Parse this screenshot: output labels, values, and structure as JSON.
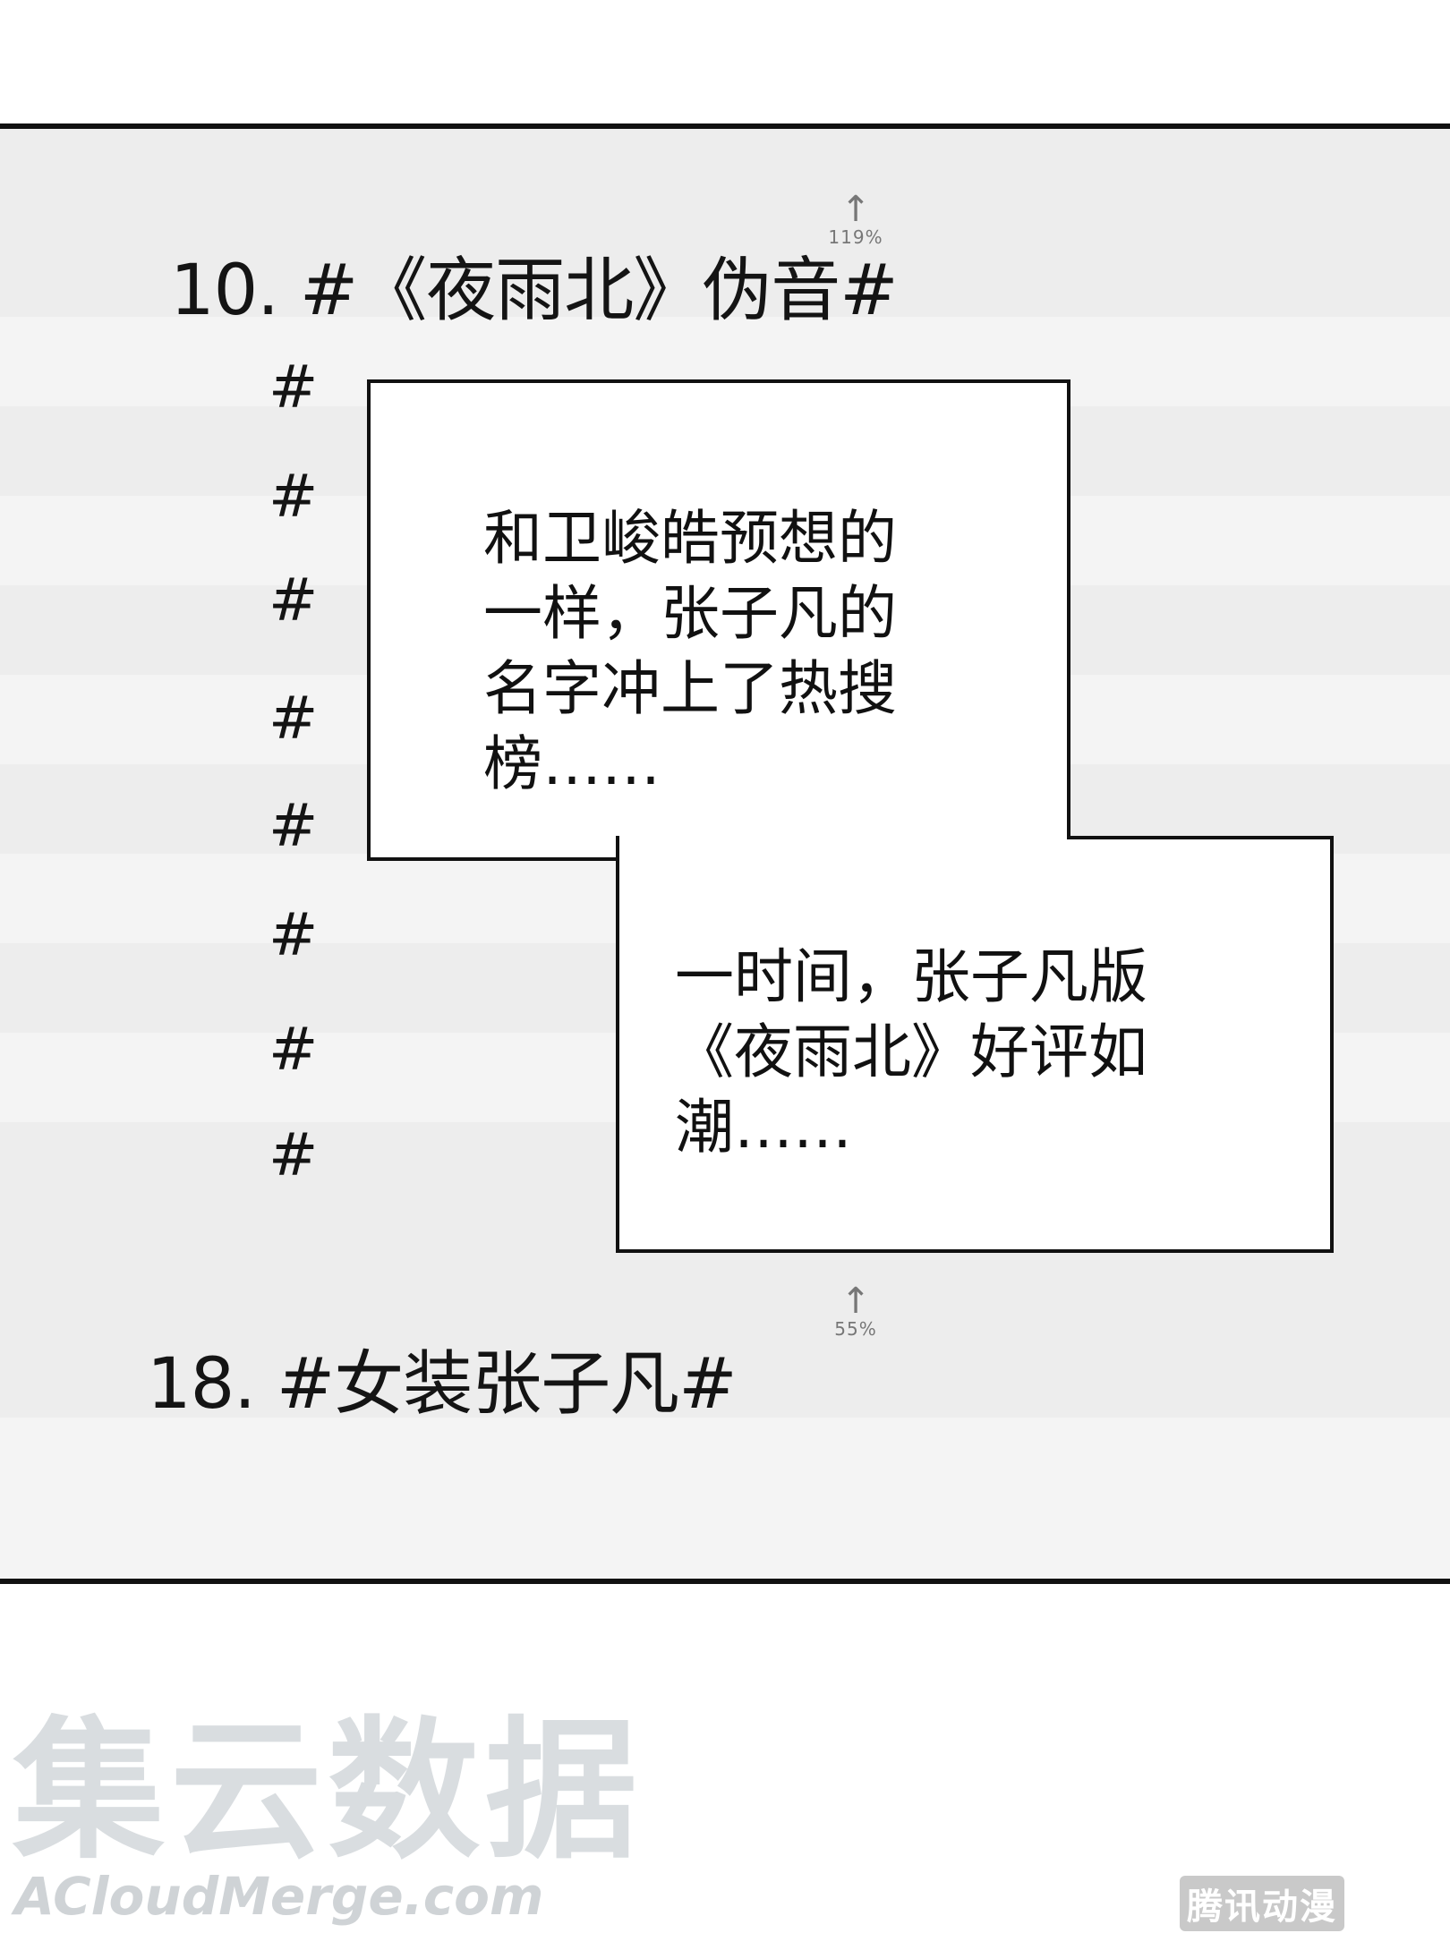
{
  "hot_list": {
    "top_item": {
      "text": "10. #《夜雨北》伪音#",
      "trend_arrow": "↑",
      "trend_pct": "119%"
    },
    "hidden_items": [
      "#",
      "#",
      "#",
      "#",
      "#",
      "#",
      "#",
      "#"
    ],
    "bottom_item": {
      "text": "18. #女装张子凡#",
      "trend_arrow": "↑",
      "trend_pct": "55%"
    }
  },
  "narration_1": {
    "lines": [
      "和卫峻皓预想的",
      "一样，张子凡的",
      "名字冲上了热搜",
      "榜……"
    ]
  },
  "narration_2": {
    "lines": [
      "一时间，张子凡版",
      "《夜雨北》好评如",
      "潮……"
    ]
  },
  "watermark": {
    "cn": "集云数据",
    "en": "ACloudMerge.com",
    "corner": "腾讯动漫"
  }
}
